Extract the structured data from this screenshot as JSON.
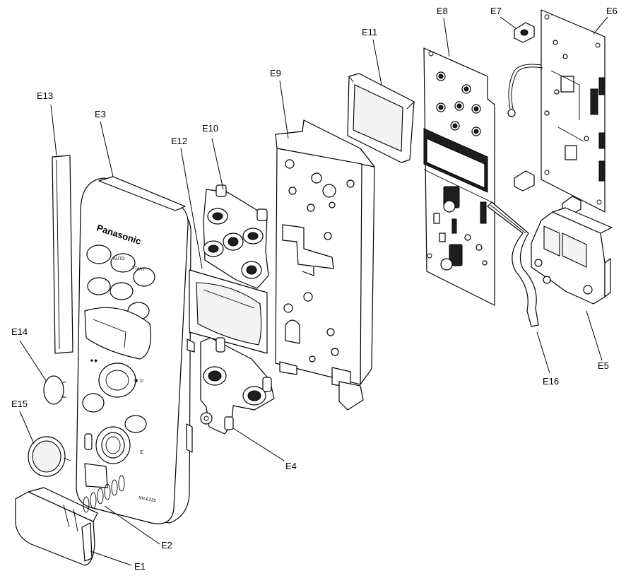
{
  "labels": {
    "e1": "E1",
    "e2": "E2",
    "e3": "E3",
    "e4": "E4",
    "e5": "E5",
    "e6": "E6",
    "e7": "E7",
    "e8": "E8",
    "e9": "E9",
    "e10": "E10",
    "e11": "E11",
    "e12": "E12",
    "e13": "E13",
    "e14": "E14",
    "e15": "E15",
    "e16": "E16"
  },
  "panel_text": {
    "brand": "Panasonic",
    "auto": "AUTO",
    "start": "START",
    "model": "NN-E235"
  },
  "colors": {
    "line": "#000000",
    "background": "#ffffff",
    "component": "#1e1e1e",
    "shade": "#f3f3f3"
  }
}
